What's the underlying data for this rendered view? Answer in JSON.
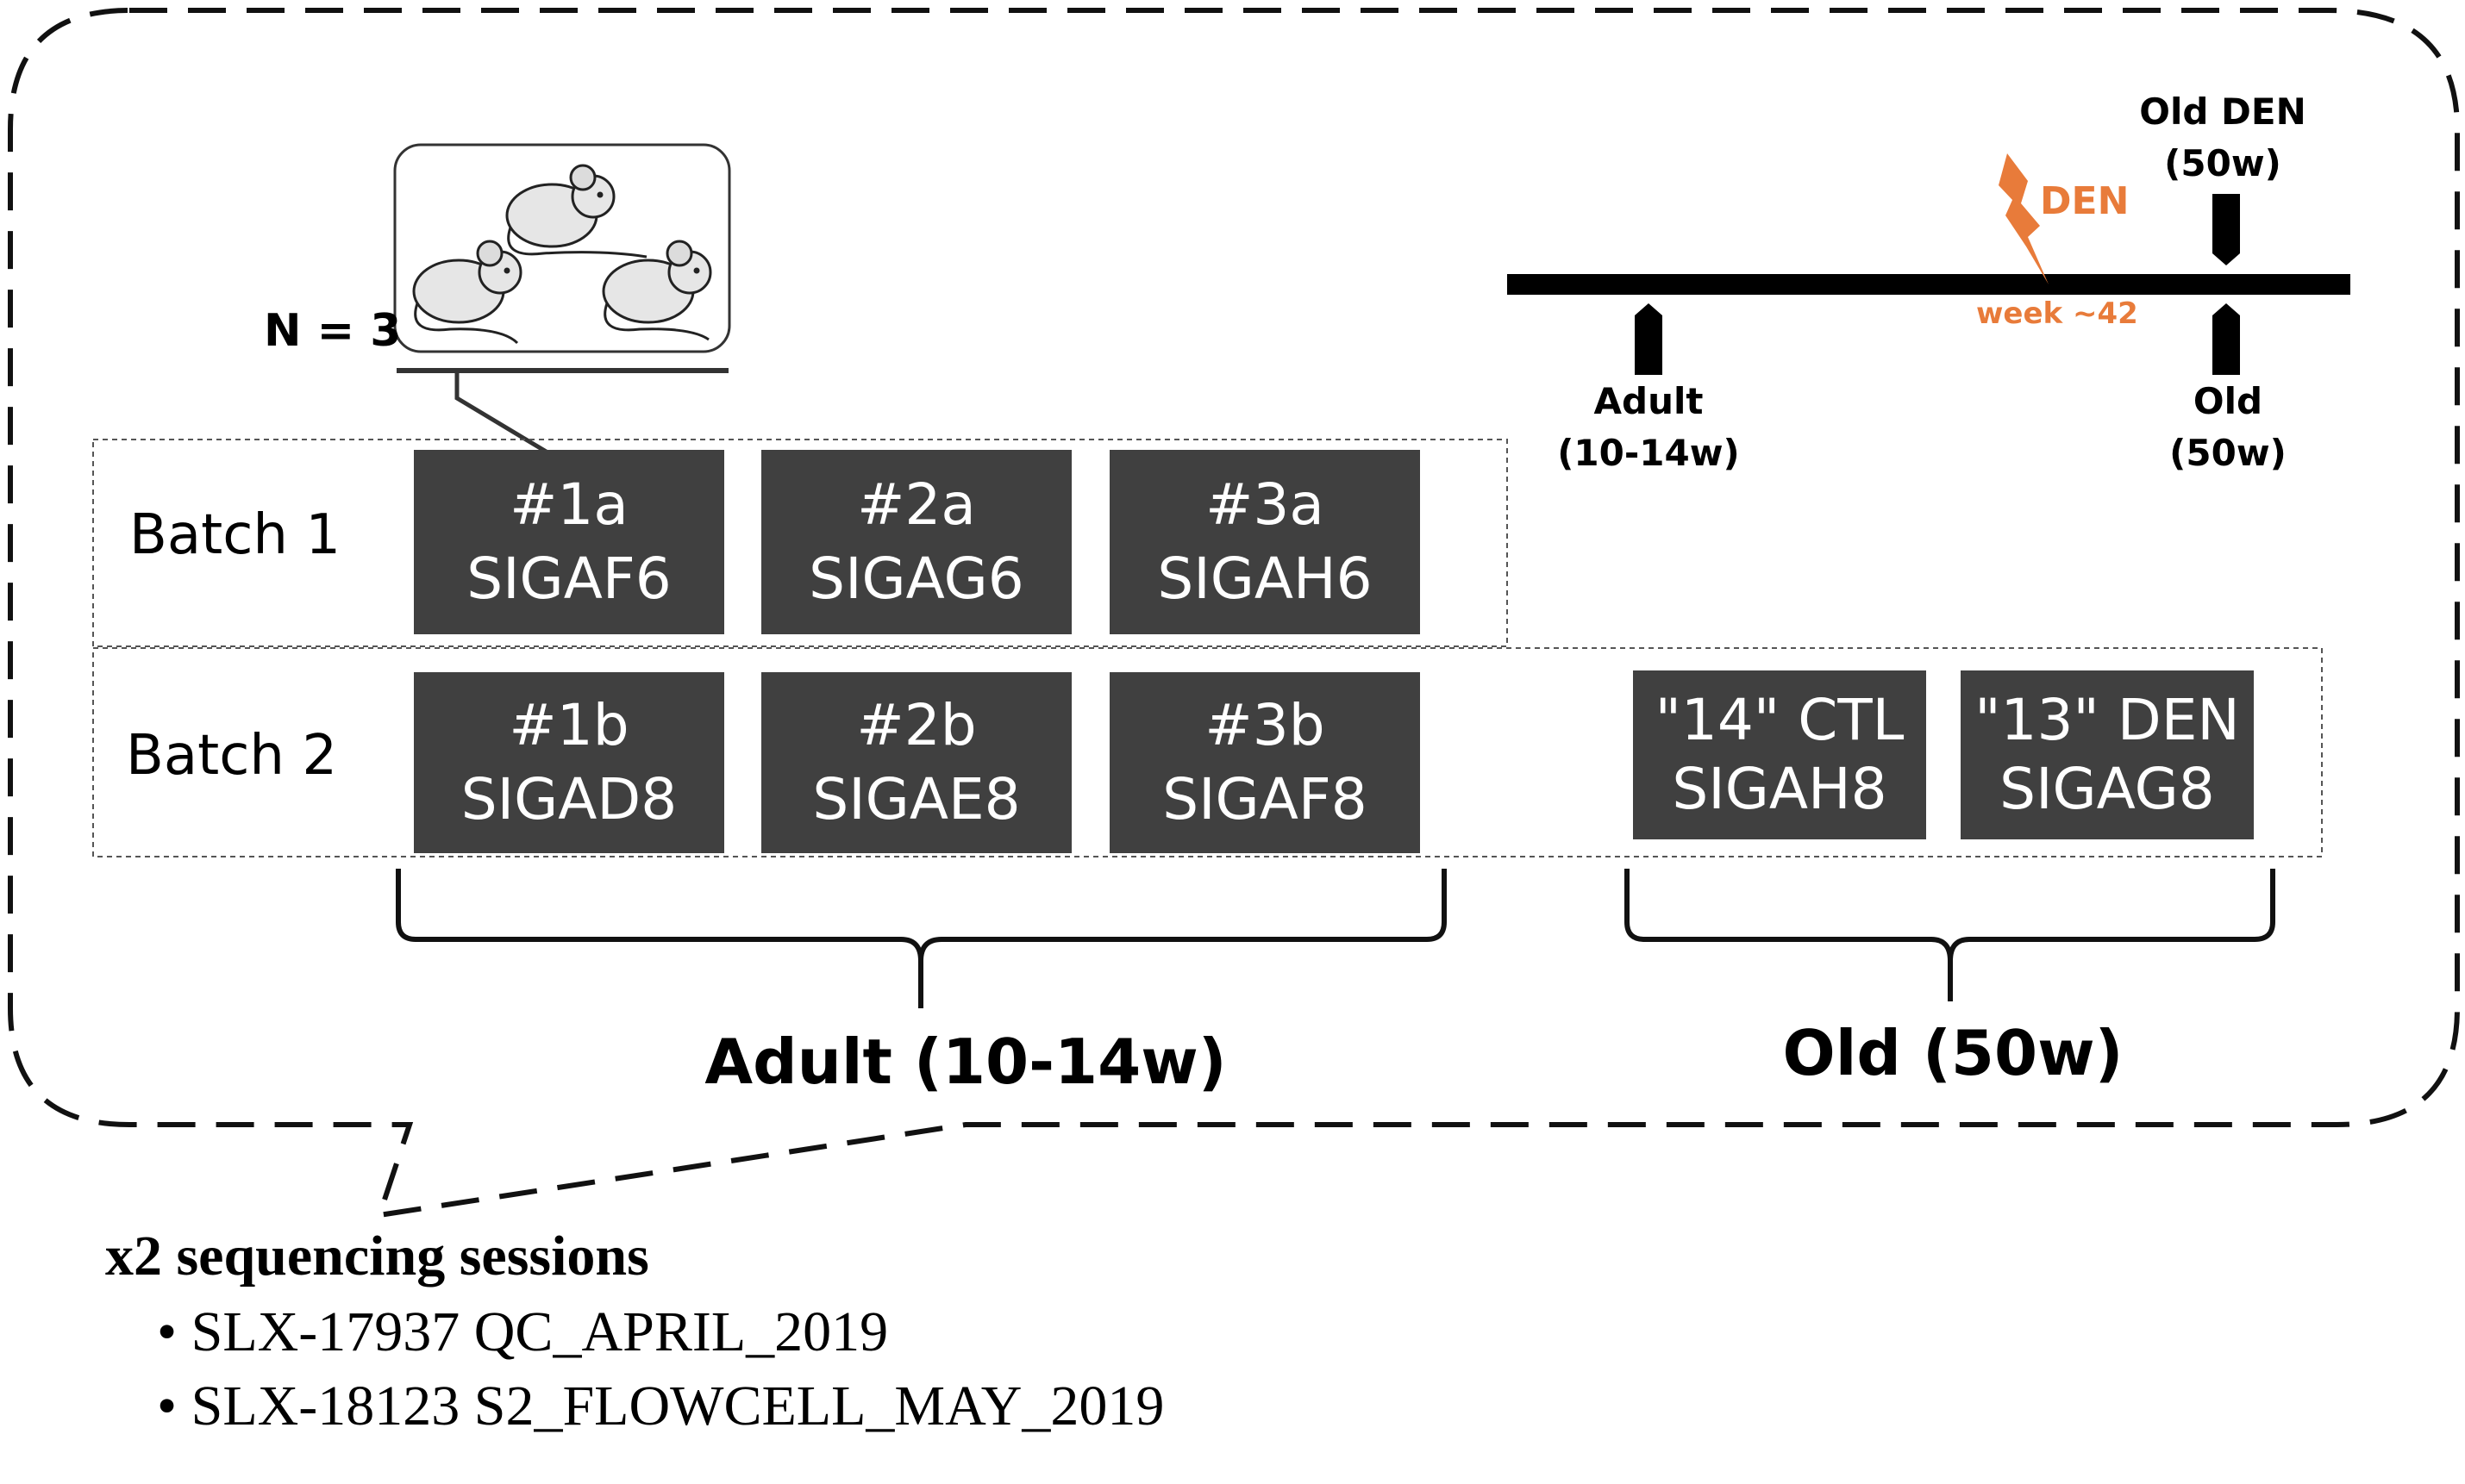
{
  "n_label": "N = 3",
  "batches": [
    {
      "label": "Batch 1",
      "samples": [
        {
          "id": "#1a",
          "code": "SIGAF6"
        },
        {
          "id": "#2a",
          "code": "SIGAG6"
        },
        {
          "id": "#3a",
          "code": "SIGAH6"
        }
      ]
    },
    {
      "label": "Batch 2",
      "samples": [
        {
          "id": "#1b",
          "code": "SIGAD8"
        },
        {
          "id": "#2b",
          "code": "SIGAE8"
        },
        {
          "id": "#3b",
          "code": "SIGAF8"
        },
        {
          "id": "\"14\" CTL",
          "code": "SIGAH8"
        },
        {
          "id": "\"13\" DEN",
          "code": "SIGAG8"
        }
      ]
    }
  ],
  "groups": {
    "adult": "Adult (10-14w)",
    "old": "Old (50w)"
  },
  "timeline": {
    "adult_line1": "Adult",
    "adult_line2": "(10-14w)",
    "old_line1": "Old",
    "old_line2": "(50w)",
    "old_den_line1": "Old DEN",
    "old_den_line2": "(50w)",
    "den": "DEN",
    "den_time": "week ~42"
  },
  "colors": {
    "box": "#404040",
    "den_accent": "#E87B3A",
    "frame": "#111111"
  },
  "sessions": {
    "title": "x2 sequencing sessions",
    "items": [
      "SLX-17937 QC_APRIL_2019",
      "SLX-18123 S2_FLOWCELL_MAY_2019"
    ]
  }
}
